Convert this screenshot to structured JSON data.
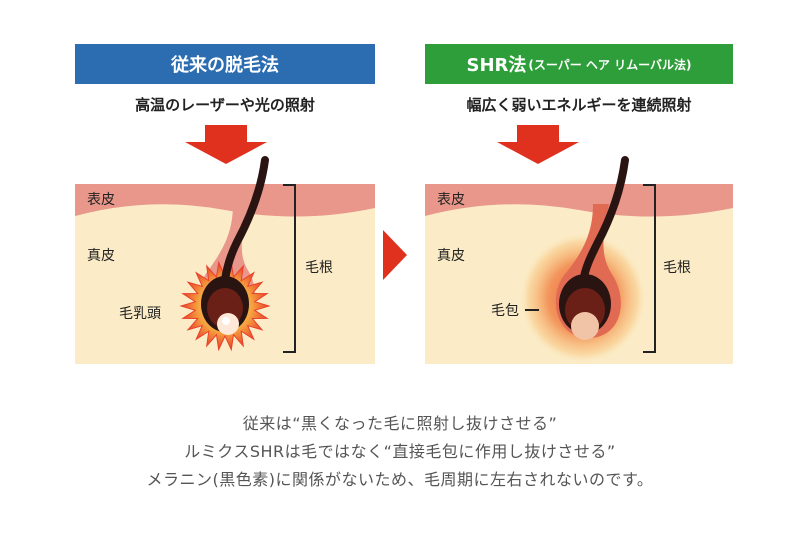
{
  "left": {
    "header": "従来の脱毛法",
    "subcaption": "高温のレーザーや光の照射",
    "labels": {
      "epidermis": "表皮",
      "dermis": "真皮",
      "root": "毛根",
      "papilla": "毛乳頭"
    }
  },
  "right": {
    "header_main": "SHR法",
    "header_sub": "(スーパー ヘア リムーバル法)",
    "subcaption": "幅広く弱いエネルギーを連続照射",
    "labels": {
      "epidermis": "表皮",
      "dermis": "真皮",
      "root": "毛根",
      "follicle": "毛包"
    }
  },
  "captions": [
    "従来は“黒くなった毛に照射し抜けさせる”",
    "ルミクスSHRは毛ではなく“直接毛包に作用し抜けさせる”",
    "メラニン(黒色素)に関係がないため、毛周期に左右されないのです。"
  ],
  "colors": {
    "left_header": "#2b6db0",
    "right_header": "#2e9e3a",
    "arrow_red": "#e0301e",
    "epidermis": "#e8978a",
    "dermis": "#fbecc7"
  }
}
